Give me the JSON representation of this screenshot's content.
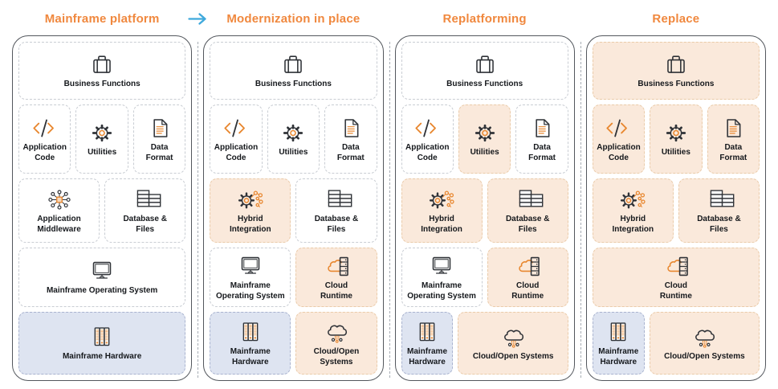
{
  "diagram": {
    "transition_arrow_icon": "arrow-right-icon",
    "colors": {
      "title_orange": "#F0883E",
      "arrow_blue": "#3FA9DC",
      "box_orange_bg": "#FAE9DB",
      "box_orange_border": "#EACBA9",
      "box_blue_bg": "#DEE4F1",
      "box_blue_border": "#A9B3CF",
      "box_plain_border": "#C9CDD3",
      "container_border": "#53575D",
      "separator_gray": "#A6ACB4",
      "label_color": "#15181C",
      "icon_dark": "#2F3237",
      "icon_orange": "#E8872F"
    }
  },
  "columns": [
    {
      "title": "Mainframe platform",
      "rows": [
        {
          "boxes": [
            {
              "label": "Business Functions",
              "icon": "briefcase-icon",
              "highlight": "none"
            }
          ]
        },
        {
          "boxes": [
            {
              "label": "Application\nCode",
              "icon": "code-icon",
              "highlight": "none"
            },
            {
              "label": "Utilities",
              "icon": "gear-icon",
              "highlight": "none"
            },
            {
              "label": "Data\nFormat",
              "icon": "document-icon",
              "highlight": "none"
            }
          ]
        },
        {
          "boxes": [
            {
              "label": "Application\nMiddleware",
              "icon": "network-hub-icon",
              "highlight": "none"
            },
            {
              "label": "Database &\nFiles",
              "icon": "database-icon",
              "highlight": "none"
            }
          ]
        },
        {
          "boxes": [
            {
              "label": "Mainframe Operating System",
              "icon": "monitor-icon",
              "highlight": "none"
            }
          ]
        },
        {
          "boxes": [
            {
              "label": "Mainframe Hardware",
              "icon": "server-rack-icon",
              "highlight": "blue"
            }
          ]
        }
      ]
    },
    {
      "title": "Modernization in place",
      "rows": [
        {
          "boxes": [
            {
              "label": "Business Functions",
              "icon": "briefcase-icon",
              "highlight": "none"
            }
          ]
        },
        {
          "boxes": [
            {
              "label": "Application\nCode",
              "icon": "code-icon",
              "highlight": "none"
            },
            {
              "label": "Utilities",
              "icon": "gear-icon",
              "highlight": "none"
            },
            {
              "label": "Data\nFormat",
              "icon": "document-icon",
              "highlight": "none"
            }
          ]
        },
        {
          "boxes": [
            {
              "label": "Hybrid\nIntegration",
              "icon": "hybrid-integration-icon",
              "highlight": "orange"
            },
            {
              "label": "Database &\nFiles",
              "icon": "database-icon",
              "highlight": "none"
            }
          ]
        },
        {
          "boxes": [
            {
              "label": "Mainframe\nOperating System",
              "icon": "monitor-icon",
              "highlight": "none"
            },
            {
              "label": "Cloud\nRuntime",
              "icon": "cloud-runtime-icon",
              "highlight": "orange"
            }
          ]
        },
        {
          "boxes": [
            {
              "label": "Mainframe\nHardware",
              "icon": "server-rack-icon",
              "highlight": "blue"
            },
            {
              "label": "Cloud/Open\nSystems",
              "icon": "cloud-systems-icon",
              "highlight": "orange"
            }
          ]
        }
      ]
    },
    {
      "title": "Replatforming",
      "rows": [
        {
          "boxes": [
            {
              "label": "Business Functions",
              "icon": "briefcase-icon",
              "highlight": "none"
            }
          ]
        },
        {
          "boxes": [
            {
              "label": "Application\nCode",
              "icon": "code-icon",
              "highlight": "none"
            },
            {
              "label": "Utilities",
              "icon": "gear-icon",
              "highlight": "orange"
            },
            {
              "label": "Data\nFormat",
              "icon": "document-icon",
              "highlight": "none"
            }
          ]
        },
        {
          "boxes": [
            {
              "label": "Hybrid\nIntegration",
              "icon": "hybrid-integration-icon",
              "highlight": "orange"
            },
            {
              "label": "Database &\nFiles",
              "icon": "database-icon",
              "highlight": "orange"
            }
          ]
        },
        {
          "boxes": [
            {
              "label": "Mainframe\nOperating System",
              "icon": "monitor-icon",
              "highlight": "none"
            },
            {
              "label": "Cloud\nRuntime",
              "icon": "cloud-runtime-icon",
              "highlight": "orange"
            }
          ]
        },
        {
          "boxes": [
            {
              "label": "Mainframe\nHardware",
              "icon": "server-rack-icon",
              "highlight": "blue",
              "flex": 0.62
            },
            {
              "label": "Cloud/Open Systems",
              "icon": "cloud-systems-icon",
              "highlight": "orange",
              "flex": 1.38
            }
          ]
        }
      ]
    },
    {
      "title": "Replace",
      "rows": [
        {
          "boxes": [
            {
              "label": "Business Functions",
              "icon": "briefcase-icon",
              "highlight": "orange"
            }
          ]
        },
        {
          "boxes": [
            {
              "label": "Application\nCode",
              "icon": "code-icon",
              "highlight": "orange"
            },
            {
              "label": "Utilities",
              "icon": "gear-icon",
              "highlight": "orange"
            },
            {
              "label": "Data\nFormat",
              "icon": "document-icon",
              "highlight": "orange"
            }
          ]
        },
        {
          "boxes": [
            {
              "label": "Hybrid\nIntegration",
              "icon": "hybrid-integration-icon",
              "highlight": "orange"
            },
            {
              "label": "Database &\nFiles",
              "icon": "database-icon",
              "highlight": "orange"
            }
          ]
        },
        {
          "boxes": [
            {
              "label": "Cloud\nRuntime",
              "icon": "cloud-runtime-icon",
              "highlight": "orange"
            }
          ]
        },
        {
          "boxes": [
            {
              "label": "Mainframe\nHardware",
              "icon": "server-rack-icon",
              "highlight": "blue",
              "flex": 0.62
            },
            {
              "label": "Cloud/Open Systems",
              "icon": "cloud-systems-icon",
              "highlight": "orange",
              "flex": 1.38
            }
          ]
        }
      ]
    }
  ]
}
